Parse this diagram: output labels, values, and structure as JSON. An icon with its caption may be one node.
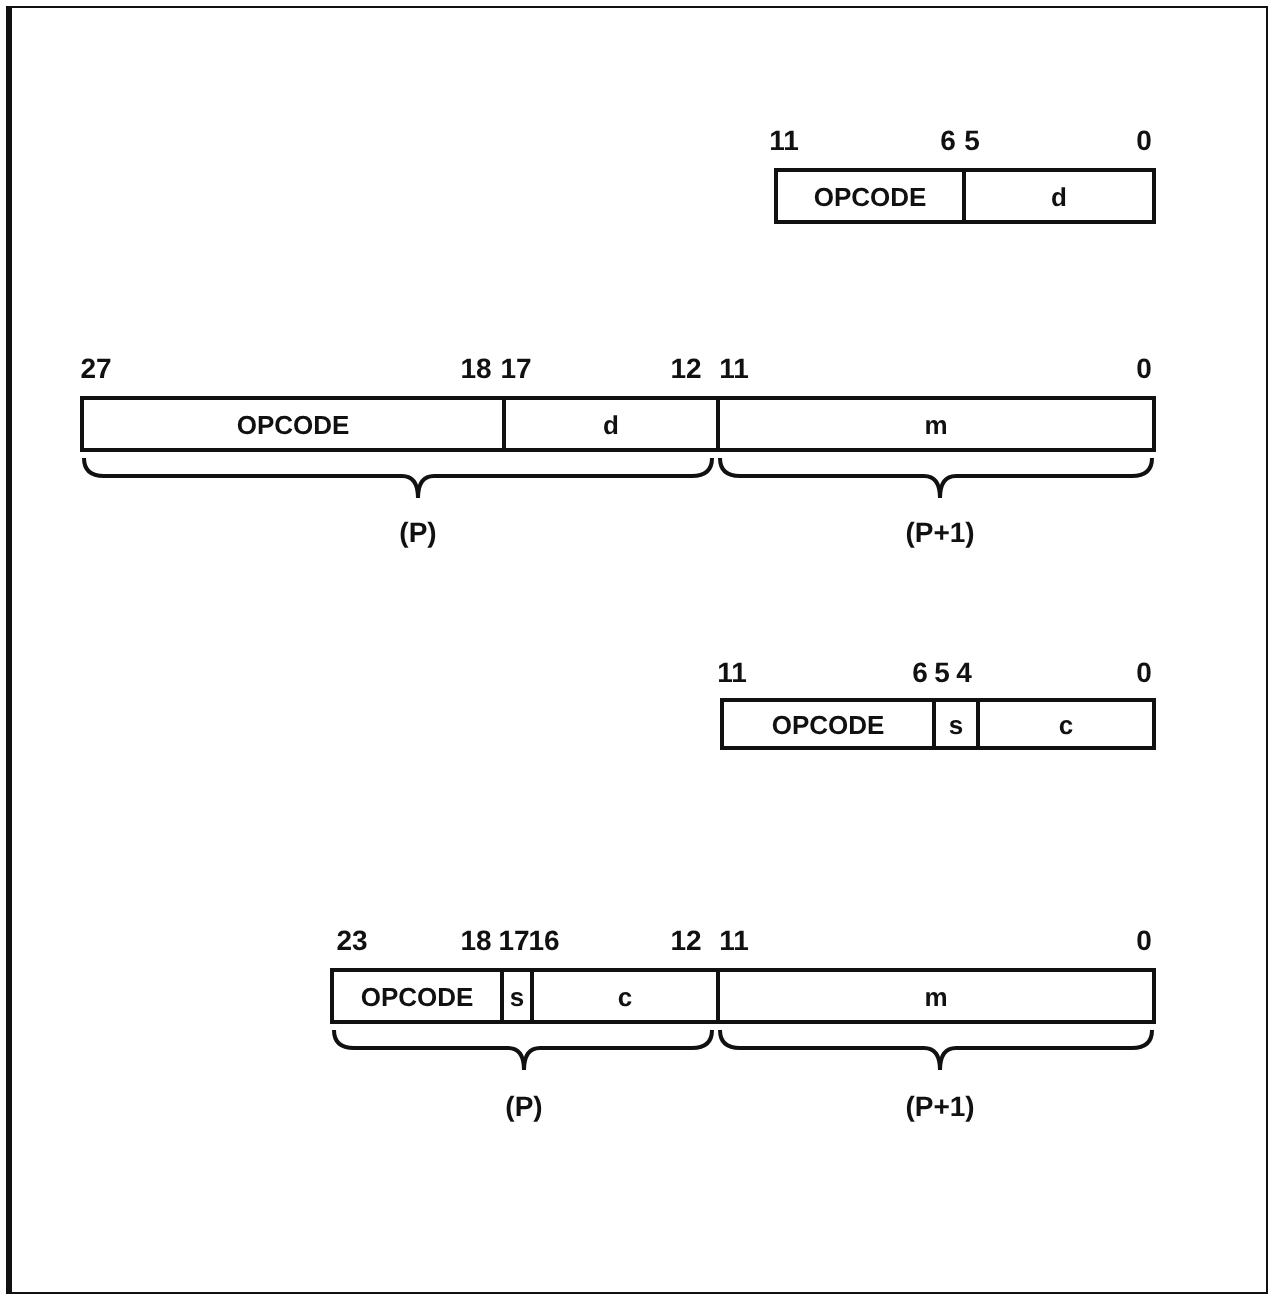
{
  "diagram": {
    "nodes": [
      {
        "text": [
          "OPCODE"
        ]
      },
      {
        "text": [
          "d"
        ]
      },
      {
        "text": [
          "OPCODE"
        ]
      },
      {
        "text": [
          "d"
        ]
      },
      {
        "text": [
          "m"
        ]
      },
      {
        "text": [
          "OPCODE"
        ]
      },
      {
        "text": [
          "s"
        ]
      },
      {
        "text": [
          "c"
        ]
      },
      {
        "text": [
          "OPCODE"
        ]
      },
      {
        "text": [
          "s"
        ]
      },
      {
        "text": [
          "c"
        ]
      },
      {
        "text": [
          "m"
        ]
      }
    ],
    "edges": [],
    "labels": [
      "11",
      "6",
      "5",
      "0",
      "27",
      "18",
      "17",
      "12",
      "11",
      "0",
      "(P)",
      "(P+1)",
      "11",
      "6",
      "5",
      "4",
      "0",
      "23",
      "18",
      "17",
      "16",
      "12",
      "11",
      "0",
      "(P)",
      "(P+1)"
    ]
  }
}
